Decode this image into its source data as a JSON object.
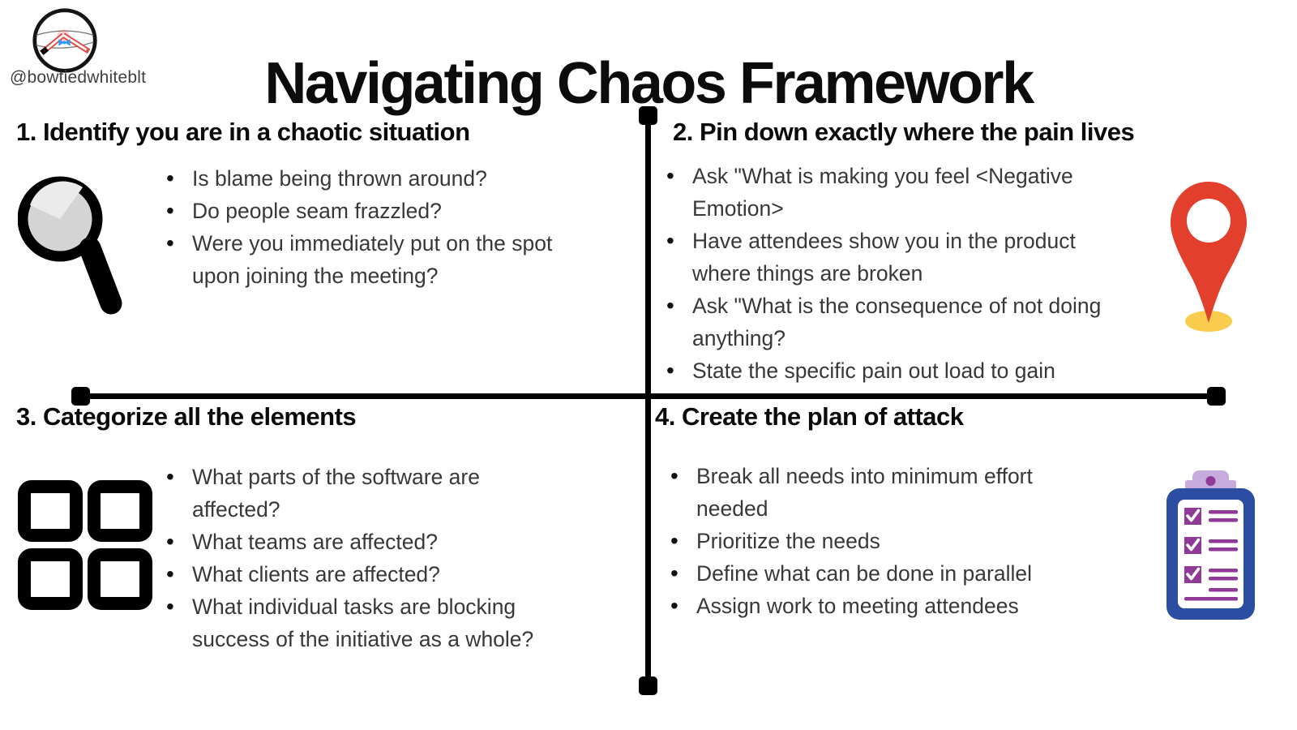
{
  "header": {
    "handle": "@bowtiedwhiteblt",
    "title": "Navigating Chaos Framework"
  },
  "quadrants": [
    {
      "heading": "1. Identify you are in a chaotic situation",
      "icon": "magnifier-icon",
      "bullets": [
        "Is blame being thrown around?",
        "Do people seam frazzled?",
        "Were you immediately put on the spot upon joining the meeting?"
      ]
    },
    {
      "heading": "2. Pin down exactly where the pain lives",
      "icon": "map-pin-icon",
      "bullets": [
        "Ask \"What is making you feel <Negative Emotion>",
        "Have attendees show you in the product where things are broken",
        "Ask \"What is the consequence of not doing anything?",
        "State the specific pain out load to gain"
      ]
    },
    {
      "heading": "3. Categorize all the elements",
      "icon": "grid-icon",
      "bullets": [
        "What parts of the software are affected?",
        "What teams are affected?",
        "What clients are affected?",
        "What individual tasks are blocking success of the initiative as a whole?"
      ]
    },
    {
      "heading": "4. Create the plan of attack",
      "icon": "clipboard-checklist-icon",
      "bullets": [
        "Break all needs into minimum effort needed",
        "Prioritize the needs",
        "Define what can be done in parallel",
        "Assign work to meeting attendees"
      ]
    }
  ],
  "colors": {
    "pin_red": "#E23F2C",
    "pin_base_yellow": "#FACC4E",
    "clipboard_blue": "#2B4EA2",
    "checklist_purple": "#8F3A96",
    "clip_light_purple": "#C7ABDD",
    "bowtie_blue": "#2E9BF0",
    "axis_black": "#000000"
  }
}
